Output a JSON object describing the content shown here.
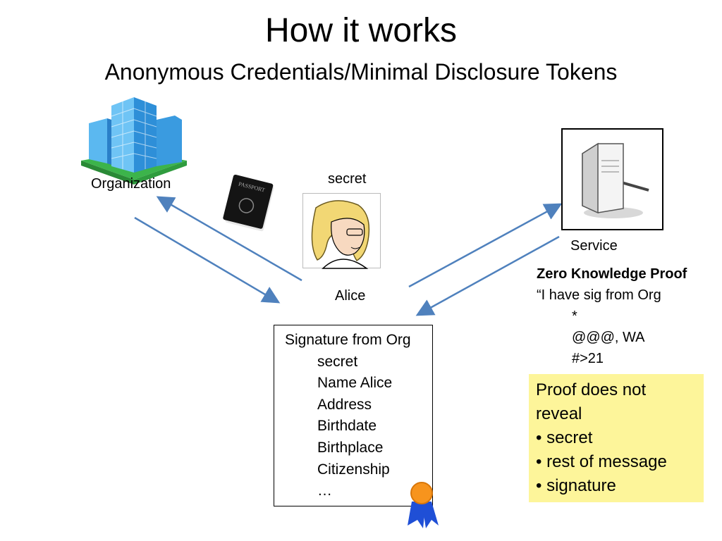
{
  "slide": {
    "title": "How it works",
    "subtitle": "Anonymous Credentials/Minimal Disclosure Tokens"
  },
  "labels": {
    "organization": "Organization",
    "secret": "secret",
    "alice": "Alice",
    "service": "Service"
  },
  "zkp": {
    "heading": "Zero Knowledge Proof",
    "line1": "“I have sig from Org",
    "line2": "*",
    "line3": "@@@, WA",
    "line4": "#>21"
  },
  "credential": {
    "header": "Signature from Org",
    "fields": [
      "secret",
      "Name Alice",
      "Address",
      "Birthdate",
      "Birthplace",
      "Citizenship",
      "…"
    ]
  },
  "proof": {
    "heading": "Proof does not reveal",
    "bullets": [
      "• secret",
      "• rest of message",
      "• signature"
    ]
  },
  "passport_text": "PASSPORT",
  "icons": [
    "building-icon",
    "passport-icon",
    "alice-portrait-icon",
    "server-icon",
    "seal-ribbon-icon"
  ],
  "colors": {
    "arrow": "#4f81bd",
    "proof_box": "#fdf59a",
    "building": "#2e8fd8",
    "grass": "#3cb44b",
    "seal": "#f7941d",
    "ribbon": "#1f4fd6"
  }
}
